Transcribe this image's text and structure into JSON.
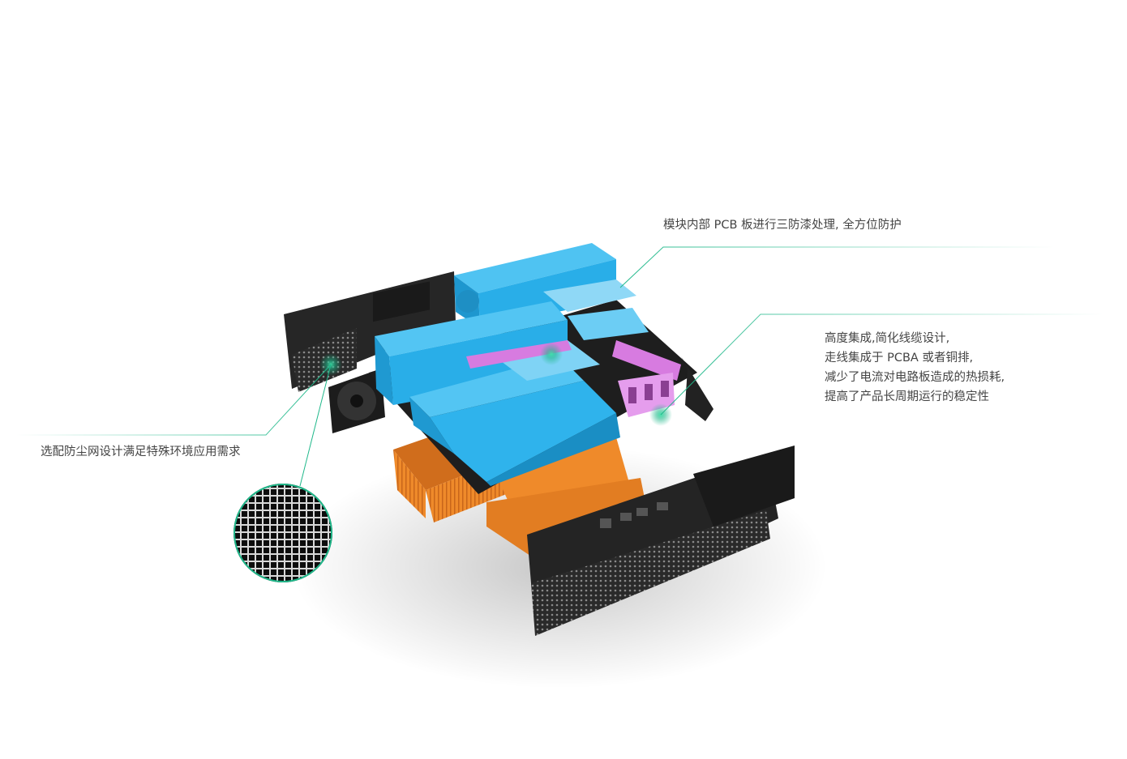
{
  "callouts": {
    "top": "模块内部 PCB 板进行三防漆处理, 全方位防护",
    "right": [
      "高度集成,简化线缆设计,",
      "走线集成于 PCBA 或者铜排,",
      "减少了电流对电路板造成的热损耗,",
      "提高了产品长周期运行的稳定性"
    ],
    "left": "选配防尘网设计满足特殊环境应用需求"
  },
  "colors": {
    "accent": "#1fb88a",
    "module_blue": "#29aee8",
    "busbar_magenta": "#d77be0",
    "heatsink_orange": "#ef8a2a",
    "chassis_black": "#232323",
    "text": "#444444"
  }
}
